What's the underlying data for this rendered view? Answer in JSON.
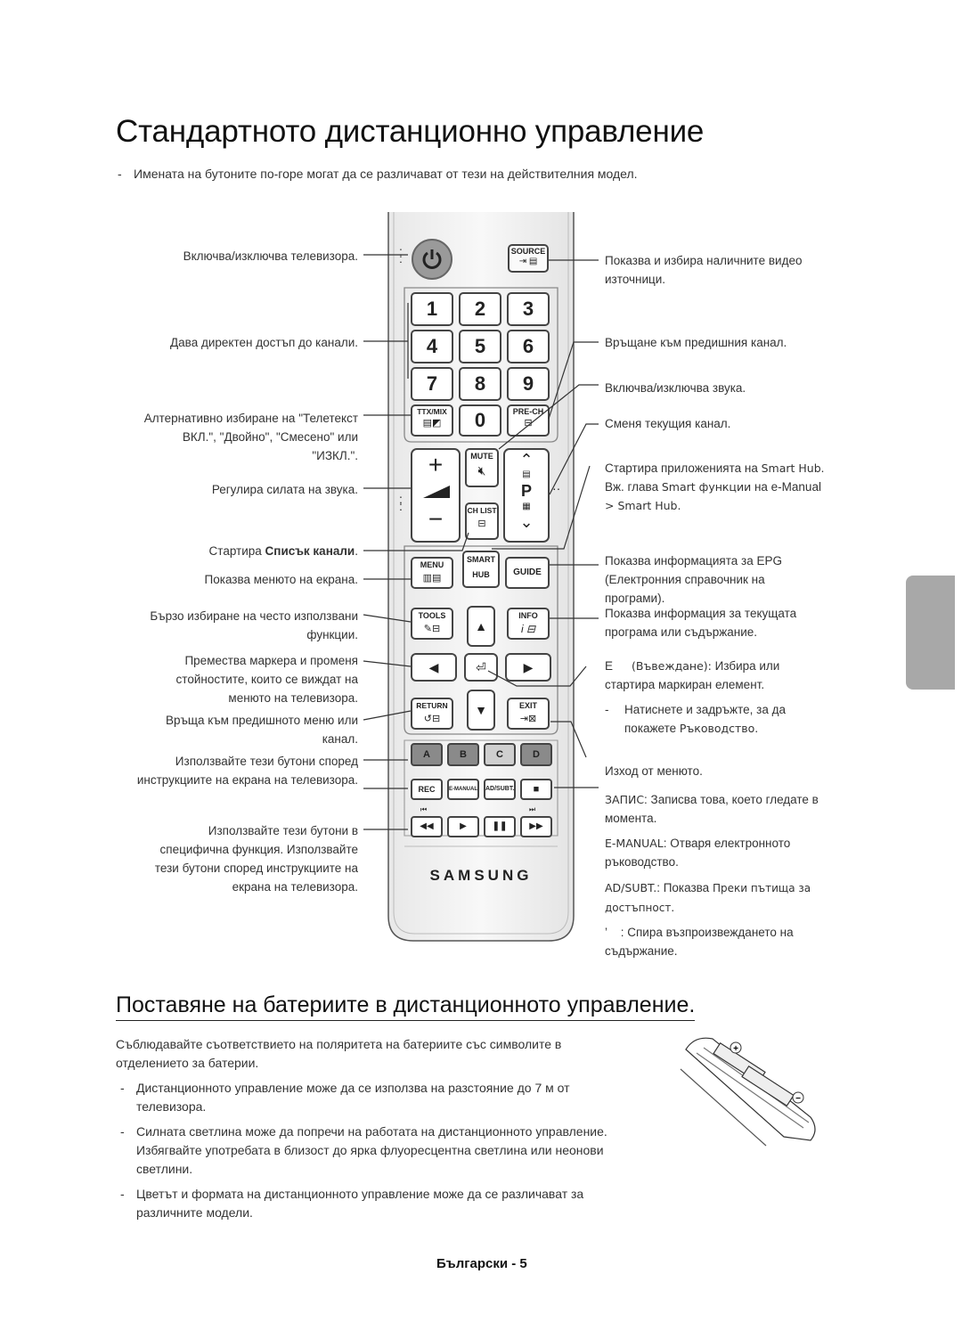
{
  "title": "Стандартното дистанционно управление",
  "note": "Имената на бутоните по-горе могат да се различават от тези на действителния модел.",
  "remote": {
    "source": "SOURCE",
    "digits": [
      "1",
      "2",
      "3",
      "4",
      "5",
      "6",
      "7",
      "8",
      "9",
      "0"
    ],
    "ttx": "TTX/MIX",
    "prech": "PRE-CH",
    "mute": "MUTE",
    "chlist": "CH LIST",
    "p": "P",
    "menu": "MENU",
    "smart": "SMART",
    "hub": "HUB",
    "guide": "GUIDE",
    "tools": "TOOLS",
    "info": "INFO",
    "return": "RETURN",
    "exit": "EXIT",
    "colors": [
      "A",
      "B",
      "C",
      "D"
    ],
    "rec": "REC",
    "emanual": "E-MANUAL",
    "adsubt": "AD/SUBT.",
    "brand": "SAMSUNG",
    "colors_hex": [
      "#8a8a8a",
      "#8a8a8a",
      "#cfcfcf",
      "#8a8a8a"
    ]
  },
  "left_labels": {
    "power": "Включва/изключва телевизора.",
    "channels": "Дава директен достъп до канали.",
    "ttx1": "Алтернативно избиране на \"Телетекст",
    "ttx2": "ВКЛ.\", \"Двойно\", \"Смесено\" или",
    "ttx3": "\"ИЗКЛ.\".",
    "volume": "Регулира силата на звука.",
    "chlist_pre": "Стартира ",
    "chlist_b": "Списък канали",
    "chlist_post": ".",
    "menu": "Показва менюто на екрана.",
    "tools1": "Бързо избиране на често използвани",
    "tools2": "функции.",
    "arrows1": "Премества маркера и променя",
    "arrows2": "стойностите, които се виждат на",
    "arrows3": "менюто на телевизора.",
    "return1": "Връща към предишното меню или",
    "return2": "канал.",
    "color1": "Използвайте тези бутони според",
    "color2": "инструкциите на екрана на телевизора.",
    "media1": "Използвайте тези бутони в",
    "media2": "специфична функция. Използвайте",
    "media3": "тези бутони според инструкциите на",
    "media4": "екрана на телевизора."
  },
  "right_labels": {
    "source1": "Показва и избира наличните видео",
    "source2": "източници.",
    "prech": "Връщане към предишния канал.",
    "mute": "Включва/изключва звука.",
    "channel": "Сменя текущия канал.",
    "smart1_pre": "Стартира приложенията на ",
    "smart1_b": "Smart Hub",
    "smart1_post": ".",
    "smart2_pre": "Вж. глава ",
    "smart2_b": "Smart функции",
    "smart2_post": " на e-Manual",
    "smart3": "> Smart Hub.",
    "guide1": "Показва информацията за EPG",
    "guide2": "(Електронния справочник на",
    "guide3": "програми).",
    "info1": "Показва информация за текущата",
    "info2": "програма или съдържание.",
    "enter_sym": "E",
    "enter_b": "(Въвеждане):",
    "enter_t": " Избира или",
    "enter2": "стартира маркиран елемент.",
    "hold1": "Натиснете и задръжте, за да",
    "hold2_pre": "покажете ",
    "hold2_b": "Ръководство",
    "hold2_post": ".",
    "exit": "Изход от менюто.",
    "rec1_b": "ЗАПИС",
    "rec1_t": ": Записва това, което гледате в",
    "rec2": "момента.",
    "em1_b": "E-MANUAL",
    "em1_t": ": Отваря електронното",
    "em2": "ръководство.",
    "ad1_b": "AD/SUBT.",
    "ad1_t": ": Показва ",
    "ad1_b2": "Преки пътища за",
    "ad2": "достъпност",
    "ad2_post": ".",
    "stop1_sym": "’",
    "stop1": " : Спира възпроизвеждането на",
    "stop2": "съдържание."
  },
  "section2": {
    "heading": "Поставяне на батериите в дистанционното управление.",
    "intro1": "Съблюдавайте съответствието на поляритета на батериите със символите в",
    "intro2": "отделението за батерии.",
    "b1a": "Дистанционното управление може да се използва на разстояние до 7 м от",
    "b1b": "телевизора.",
    "b2a": "Силната светлина може да попречи на работата на дистанционното управление.",
    "b2b": "Избягвайте употребата в близост до ярка флуоресцентна светлина или неонови",
    "b2c": "светлини.",
    "b3a": "Цветът и формата на дистанционното управление може да се различават за",
    "b3b": "различните модели."
  },
  "footer": "Български - 5"
}
